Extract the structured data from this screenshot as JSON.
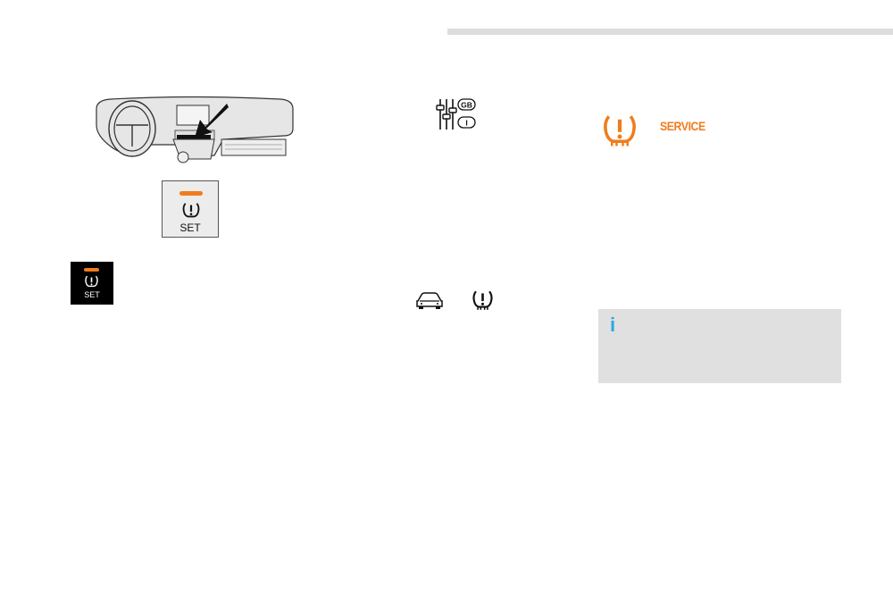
{
  "dashboard_panel": {
    "set_label": "SET",
    "led_color": "#f07c1c"
  },
  "dashboard_button": {
    "set_label": "SET",
    "led_color": "#f07c1c"
  },
  "settings_badges": {
    "top": "GB",
    "bottom": "I"
  },
  "warning": {
    "service_label": "SERVICE",
    "color": "#f07c1c"
  },
  "info_note": {
    "icon_glyph": "i",
    "accent": "#29a8e0"
  },
  "icons": [
    "dashboard-arrow-illustration",
    "tyre-pressure-icon",
    "settings-sliders-icon",
    "car-icon",
    "info-icon"
  ]
}
